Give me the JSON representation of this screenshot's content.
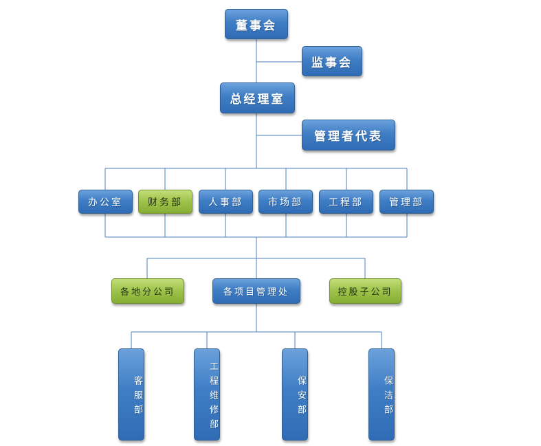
{
  "org_chart": {
    "board": "董事会",
    "supervisory_board": "监事会",
    "general_manager_office": "总经理室",
    "management_representative": "管理者代表",
    "departments": [
      "办公室",
      "财务部",
      "人事部",
      "市场部",
      "工程部",
      "管理部"
    ],
    "subsidiaries": {
      "regional_branches": "各地分公司",
      "project_management_offices": "各项目管理处",
      "holding_subsidiaries": "控股子公司"
    },
    "project_units": [
      "客服部",
      "工程维修部",
      "保安部",
      "保洁部"
    ]
  }
}
